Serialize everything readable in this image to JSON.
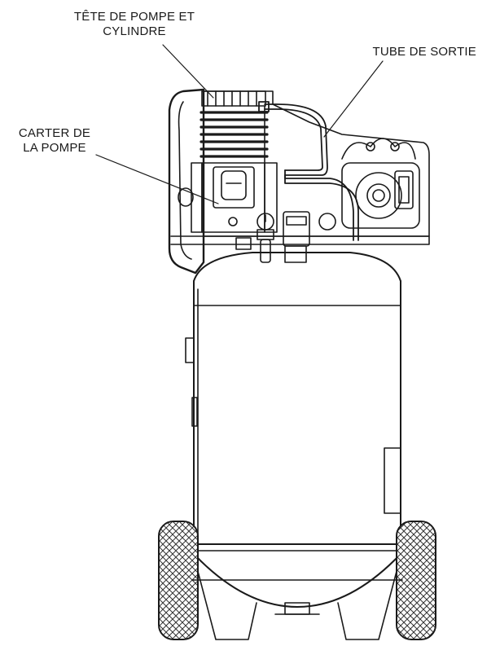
{
  "labels": {
    "pump_head": [
      "TÊTE DE POMPE ET",
      "CYLINDRE"
    ],
    "outlet_tube": [
      "TUBE DE SORTIE"
    ],
    "crankcase": [
      "CARTER DE",
      "LA POMPE"
    ]
  },
  "colors": {
    "ink": "#1a1a1a",
    "paper": "#ffffff",
    "tread": "#555555"
  }
}
